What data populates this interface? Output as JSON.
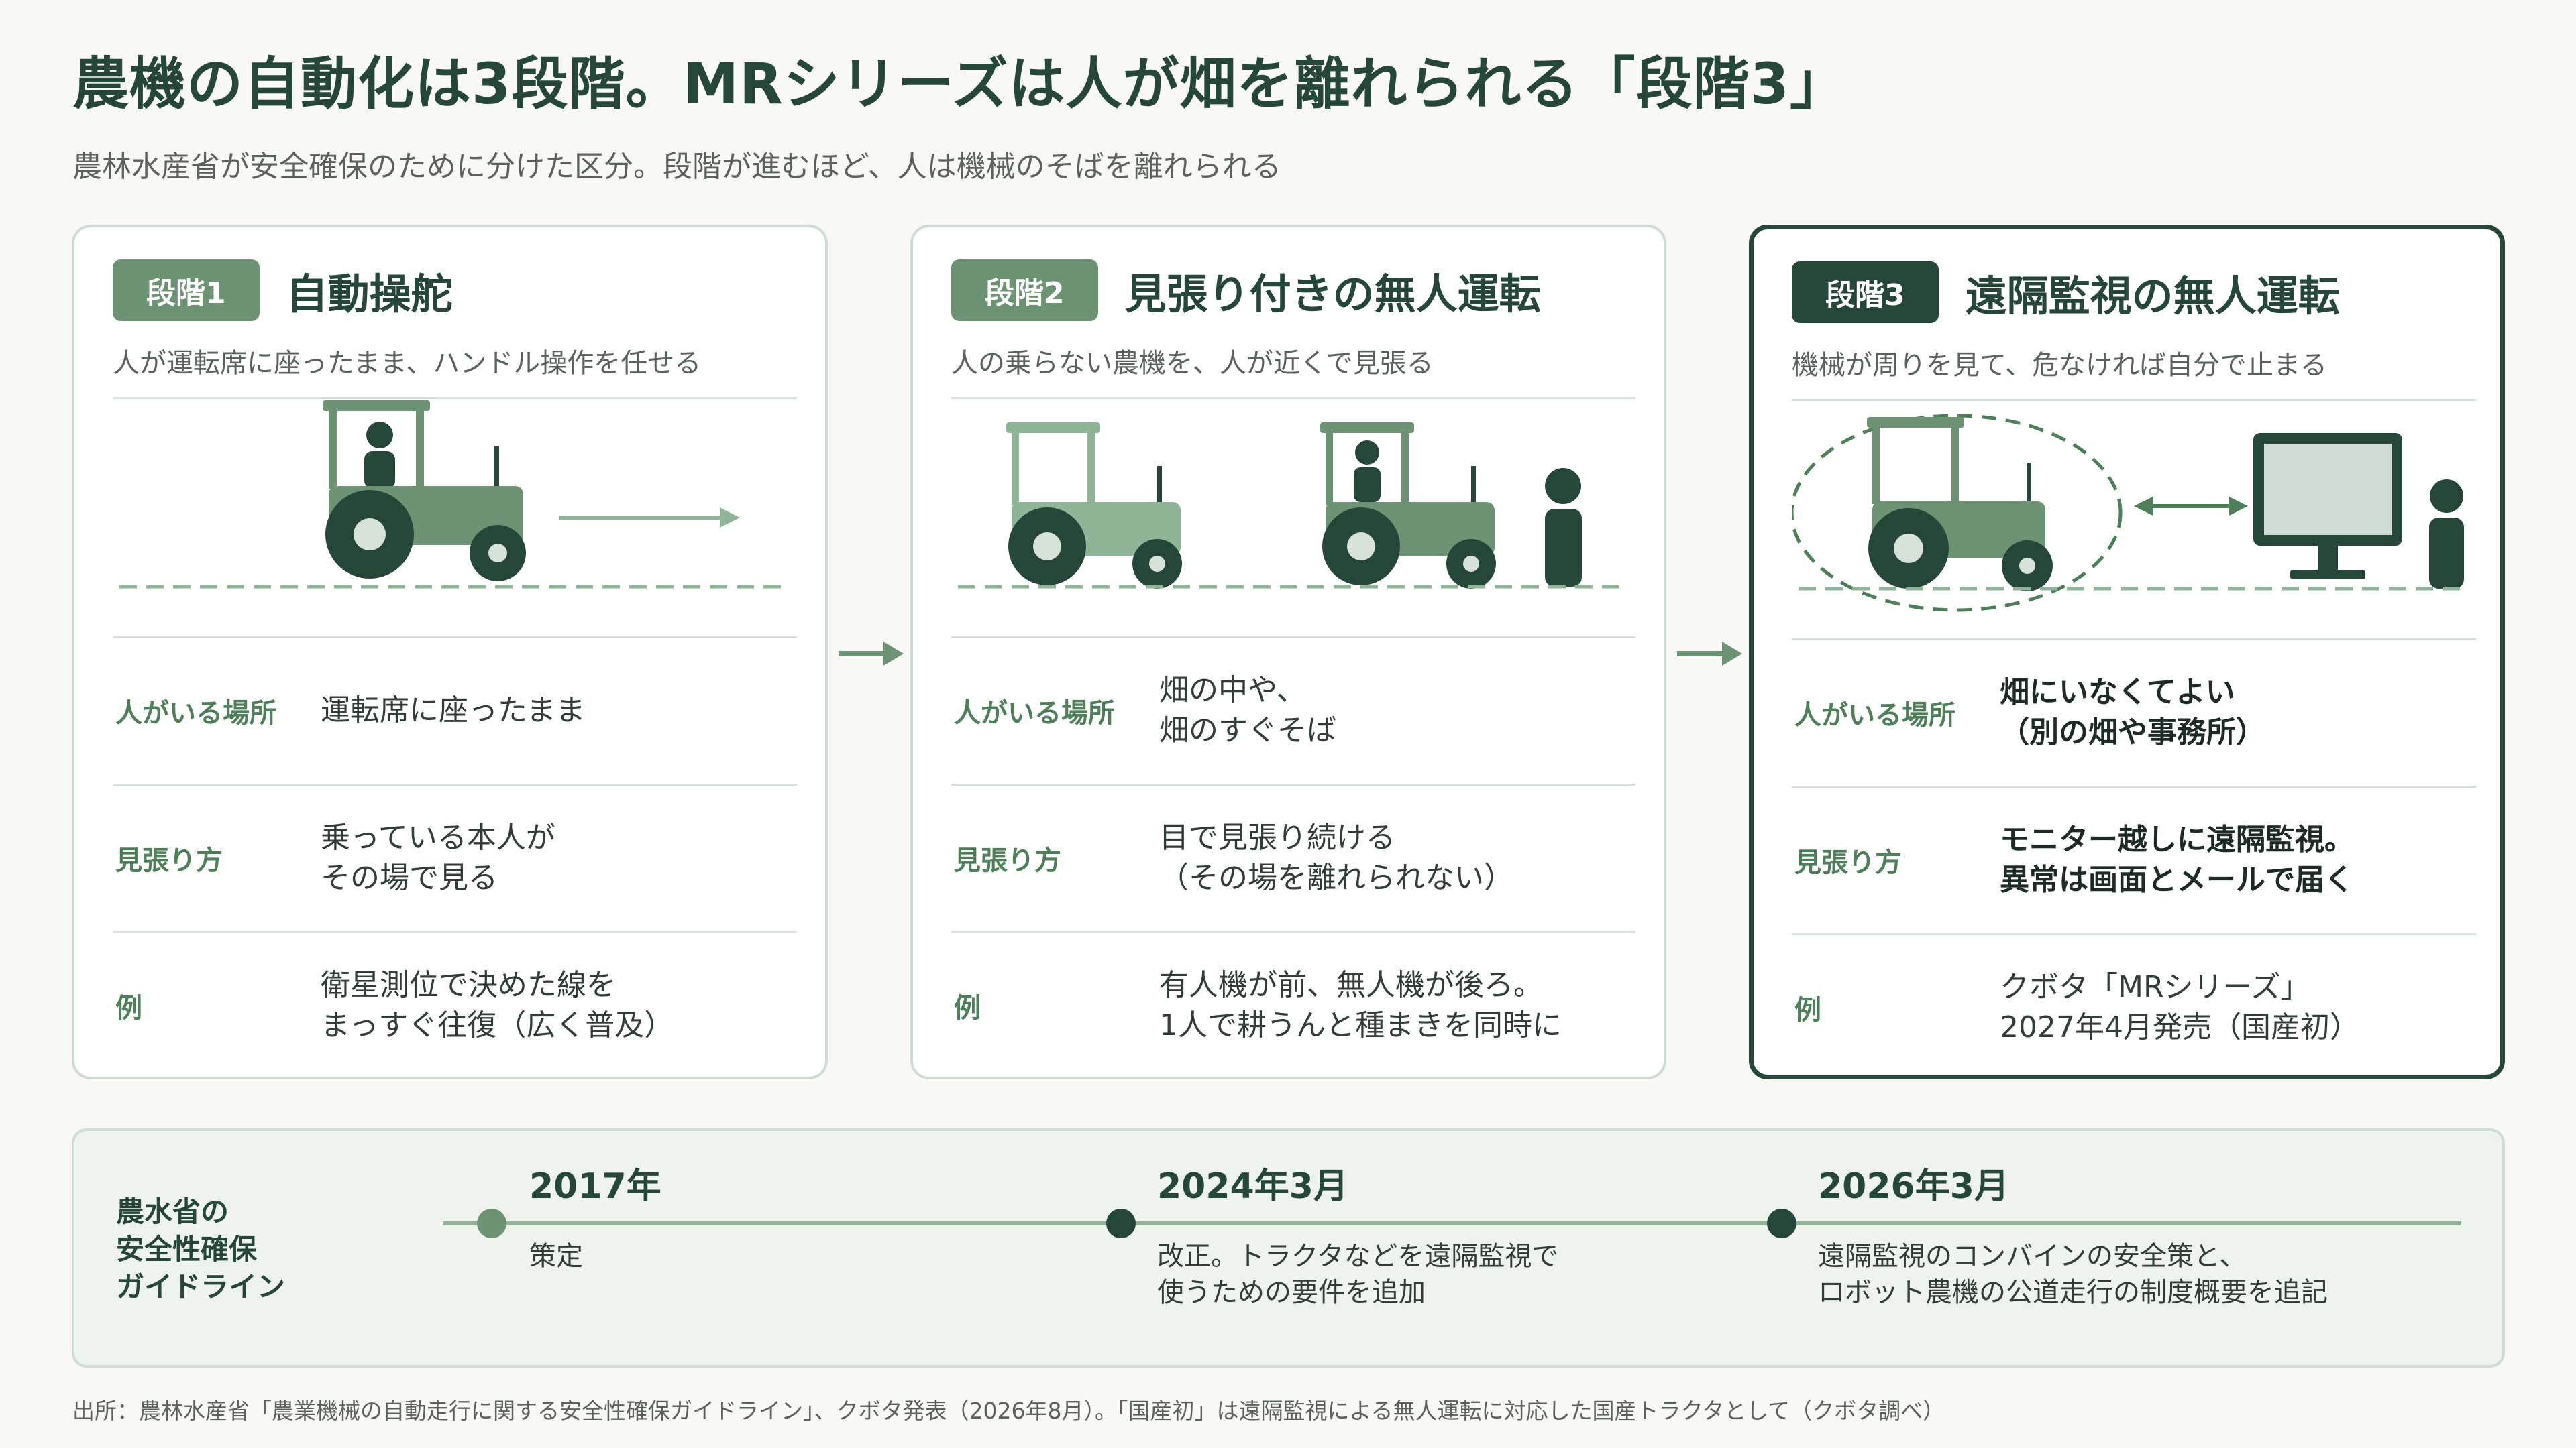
{
  "title": "農機の自動化は3段階。MRシリーズは人が畑を離れられる「段階3」",
  "subtitle": "農林水産省が安全確保のために分けた区分。段階が進むほど、人は機械のそばを離れられる",
  "stages": [
    {
      "badge": "段階1",
      "title": "自動操舵",
      "desc": "人が運転席に座ったまま、ハンドル操作を任せる",
      "rows": [
        {
          "label": "人がいる場所",
          "lines": [
            "運転席に座ったまま"
          ]
        },
        {
          "label": "見張り方",
          "lines": [
            "乗っている本人が",
            "その場で見る"
          ]
        },
        {
          "label": "例",
          "lines": [
            "衛星測位で決めた線を",
            "まっすぐ往復（広く普及）"
          ]
        }
      ]
    },
    {
      "badge": "段階2",
      "title": "見張り付きの無人運転",
      "desc": "人の乗らない農機を、人が近くで見張る",
      "rows": [
        {
          "label": "人がいる場所",
          "lines": [
            "畑の中や、",
            "畑のすぐそば"
          ]
        },
        {
          "label": "見張り方",
          "lines": [
            "目で見張り続ける",
            "（その場を離れられない）"
          ]
        },
        {
          "label": "例",
          "lines": [
            "有人機が前、無人機が後ろ。",
            "1人で耕うんと種まきを同時に"
          ]
        }
      ]
    },
    {
      "badge": "段階3",
      "title": "遠隔監視の無人運転",
      "desc": "機械が周りを見て、危なければ自分で止まる",
      "rows": [
        {
          "label": "人がいる場所",
          "lines": [
            "畑にいなくてよい",
            "（別の畑や事務所）"
          ]
        },
        {
          "label": "見張り方",
          "lines": [
            "モニター越しに遠隔監視。",
            "異常は画面とメールで届く"
          ]
        },
        {
          "label": "例",
          "lines": [
            "クボタ「MRシリーズ」",
            "2027年4月発売（国産初）"
          ]
        }
      ]
    }
  ],
  "timeline": {
    "label": [
      "農水省の",
      "安全性確保",
      "ガイドライン"
    ],
    "events": [
      {
        "year": "2017年",
        "lines": [
          "策定"
        ]
      },
      {
        "year": "2024年3月",
        "lines": [
          "改正。トラクタなどを遠隔監視で",
          "使うための要件を追加"
        ]
      },
      {
        "year": "2026年3月",
        "lines": [
          "遠隔監視のコンバインの安全策と、",
          "ロボット農機の公道走行の制度概要を追記"
        ]
      }
    ]
  },
  "source": "出所：農林水産省「農業機械の自動走行に関する安全性確保ガイドライン」、クボタ発表（2026年8月）。「国産初」は遠隔監視による無人運転に対応した国産トラクタとして（クボタ調べ）",
  "colors": {
    "dark_green": "#27463a",
    "mid_green": "#6d9274",
    "light_green": "#8fb498",
    "label_green": "#4f7e5b"
  }
}
